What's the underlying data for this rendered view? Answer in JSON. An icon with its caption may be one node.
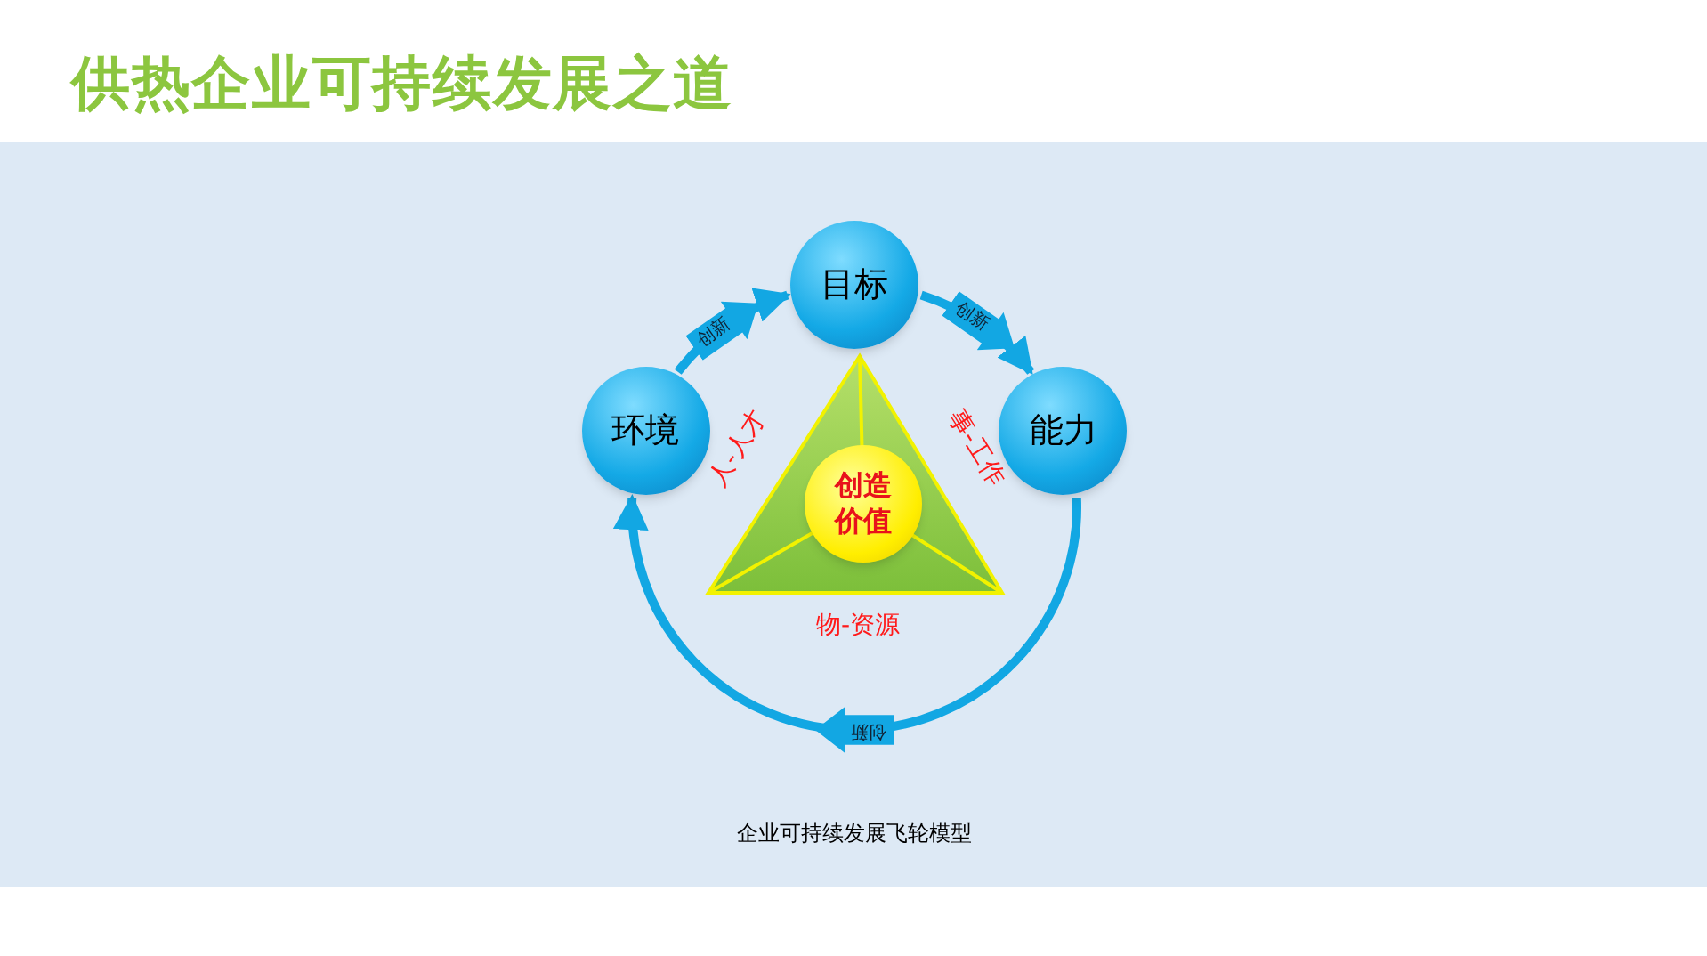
{
  "diagram": {
    "title": "供热企业可持续发展之道",
    "caption": "企业可持续发展飞轮模型",
    "nodes": [
      {
        "text": [
          "目标"
        ]
      },
      {
        "text": [
          "能力"
        ]
      },
      {
        "text": [
          "环境"
        ]
      },
      {
        "text": [
          "创造价值"
        ]
      }
    ],
    "edges": [
      {
        "from": 0,
        "to": 1,
        "arrow": "to",
        "label": "创新"
      },
      {
        "from": 1,
        "to": 2,
        "arrow": "to",
        "label": "创新"
      },
      {
        "from": 2,
        "to": 0,
        "arrow": "to",
        "label": "创新"
      }
    ],
    "labels": [
      "人-人才",
      "事-工作",
      "物-资源"
    ]
  }
}
